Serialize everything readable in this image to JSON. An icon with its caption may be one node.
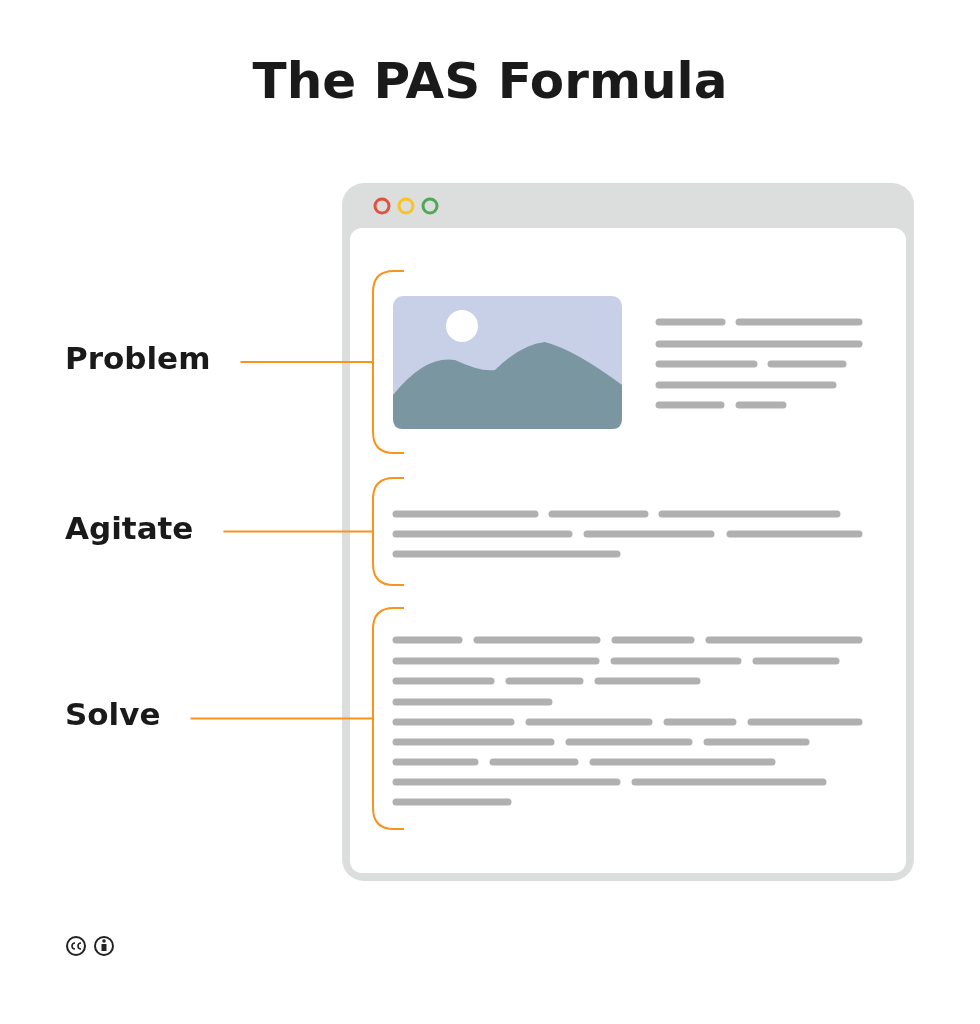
{
  "diagram": {
    "title": "The PAS Formula",
    "nodes": [
      {
        "text": [
          "Problem"
        ]
      },
      {
        "text": [
          "Agitate"
        ]
      },
      {
        "text": [
          "Solve"
        ]
      },
      {
        "text": [],
        "shape": "box"
      },
      {
        "text": [],
        "shape": "box"
      },
      {
        "text": [],
        "shape": "box"
      }
    ],
    "edges": [
      {
        "from": 0,
        "to": 3,
        "arrow": "none",
        "color": "#f7931e"
      },
      {
        "from": 1,
        "to": 4,
        "arrow": "none",
        "color": "#f7931e"
      },
      {
        "from": 2,
        "to": 5,
        "arrow": "none",
        "color": "#f7931e"
      }
    ]
  }
}
